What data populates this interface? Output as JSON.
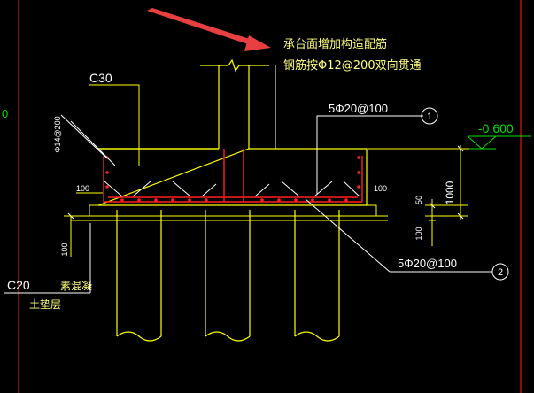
{
  "drawing": {
    "note_line1": "承台面增加构造配筋",
    "note_line2": "钢筋按Φ12@200双向贯通",
    "concrete_label": "C30",
    "top_bar_label": "5Φ20@100",
    "top_bar_marker": "1",
    "elevation": "-0.600",
    "side_bar_label": "Φ14@200",
    "dim_100_left": "100",
    "dim_100_right": "100",
    "dim_1000": "1000",
    "dim_50": "50",
    "dim_100_bottom": "100",
    "dim_100_base": "100",
    "bottom_bar_label": "5Φ20@100",
    "bottom_bar_marker": "2",
    "cushion_grade": "C20",
    "cushion_type": "素混凝",
    "soil_layer": "土垫层",
    "left_edge_mark": "0"
  },
  "colors": {
    "background": "#000000",
    "frame": "#ff2020",
    "concrete": "#ffff00",
    "rebar": "#ff2020",
    "annotation": "#ffffff",
    "dimension": "#ffff00",
    "leader": "#00e000",
    "note": "#ffff80",
    "arrow": "#e84040"
  }
}
